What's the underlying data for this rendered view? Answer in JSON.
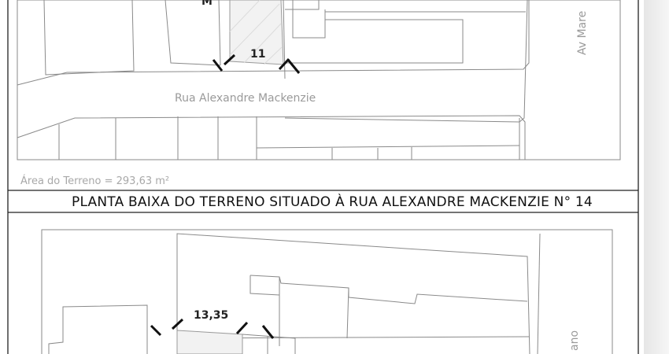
{
  "upper_plan": {
    "lot_label_partial": "M",
    "frontage_dimension": "11",
    "street_name": "Rua Alexandre Mackenzie",
    "avenue_label": "Av Mare",
    "area_note": "Área do Terreno = 293,63 m²"
  },
  "title_block": {
    "title": "PLANTA BAIXA DO TERRENO SITUADO À RUA ALEXANDRE MACKENZIE N° 14"
  },
  "lower_plan": {
    "frontage_dimension": "13,35",
    "side_street_partial": "ano"
  }
}
